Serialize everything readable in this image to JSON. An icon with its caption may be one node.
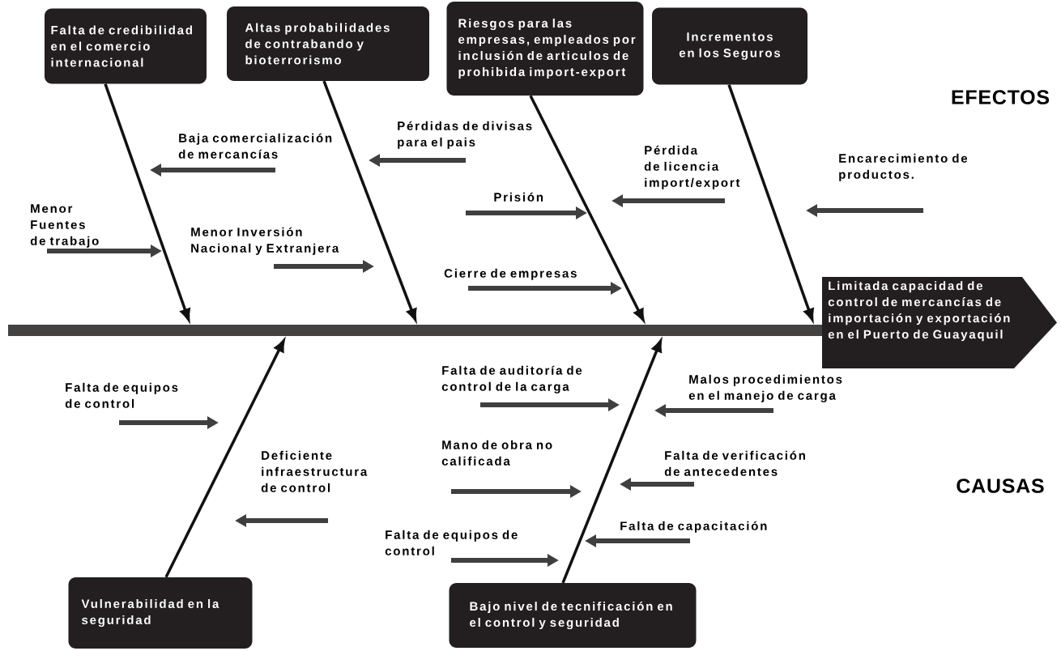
{
  "diagram": {
    "nodes": [
      {
        "text": [
          "Falta de credibilidad en el comercio internacional"
        ]
      },
      {
        "text": [
          "Altas probabilidades de contrabando y bioterrorismo"
        ]
      },
      {
        "text": [
          "Riesgos para las empresas, empleados por inclusión de articulos de prohibida import-export"
        ]
      },
      {
        "text": [
          "Incrementos en los Seguros"
        ]
      },
      {
        "text": [
          "Limitada capacidad de control de mercancías de importación y exportación en el Puerto de Guayaquil"
        ]
      },
      {
        "text": [
          "Vulnerabilidad en la seguridad"
        ]
      },
      {
        "text": [
          "Bajo nivel de tecnificación en el control y seguridad"
        ]
      },
      {
        "text": [],
        "shape": "bar"
      },
      {
        "text": [
          "Baja comercialización de mercancías"
        ]
      },
      {
        "text": [
          "Menor Fuentes de trabajo"
        ]
      },
      {
        "text": [
          "Menor Inversión Nacional y Extranjera"
        ]
      },
      {
        "text": [
          "Pérdidas de divisas para el pais"
        ]
      },
      {
        "text": [
          "Prisión"
        ]
      },
      {
        "text": [
          "Cierre de empresas"
        ]
      },
      {
        "text": [
          "Pérdida de licencia import/export"
        ]
      },
      {
        "text": [
          "Encarecimiento de productos."
        ]
      },
      {
        "text": [
          "Falta de equipos de control"
        ]
      },
      {
        "text": [
          "Deficiente infraestructura de control"
        ]
      },
      {
        "text": [
          "Falta de auditoría de control de la carga"
        ]
      },
      {
        "text": [
          "Mano de obra no calificada"
        ]
      },
      {
        "text": [
          "Falta de equipos de control"
        ]
      },
      {
        "text": [
          "Malos procedimientos en el manejo de carga"
        ]
      },
      {
        "text": [
          "Falta de verificación de antecedentes"
        ]
      },
      {
        "text": [
          "Falta de capacitación"
        ]
      }
    ],
    "edges": [
      {
        "from": 0,
        "to": 7,
        "arrow": "to",
        "color": "#111111"
      },
      {
        "from": 1,
        "to": 7,
        "arrow": "to",
        "color": "#111111"
      },
      {
        "from": 2,
        "to": 7,
        "arrow": "to",
        "color": "#111111"
      },
      {
        "from": 3,
        "to": 7,
        "arrow": "to",
        "color": "#111111"
      },
      {
        "from": 5,
        "to": 7,
        "arrow": "to",
        "color": "#111111"
      },
      {
        "from": 6,
        "to": 7,
        "arrow": "to",
        "color": "#111111"
      },
      {
        "from": 8,
        "to": null,
        "arrow": "to"
      },
      {
        "from": 9,
        "to": null,
        "arrow": "to"
      },
      {
        "from": 10,
        "to": null,
        "arrow": "to"
      },
      {
        "from": 11,
        "to": null,
        "arrow": "to"
      },
      {
        "from": 12,
        "to": null,
        "arrow": "to"
      },
      {
        "from": 13,
        "to": null,
        "arrow": "to"
      },
      {
        "from": 14,
        "to": null,
        "arrow": "to"
      },
      {
        "from": 15,
        "to": null,
        "arrow": "to"
      },
      {
        "from": 16,
        "to": null,
        "arrow": "to"
      },
      {
        "from": 17,
        "to": null,
        "arrow": "to"
      },
      {
        "from": 18,
        "to": null,
        "arrow": "to"
      },
      {
        "from": 19,
        "to": null,
        "arrow": "to"
      },
      {
        "from": 20,
        "to": null,
        "arrow": "to"
      },
      {
        "from": 21,
        "to": null,
        "arrow": "to"
      },
      {
        "from": 22,
        "to": null,
        "arrow": "to"
      },
      {
        "from": 23,
        "to": null,
        "arrow": "to"
      }
    ],
    "labels": [
      "EFECTOS",
      "CAUSAS"
    ]
  }
}
